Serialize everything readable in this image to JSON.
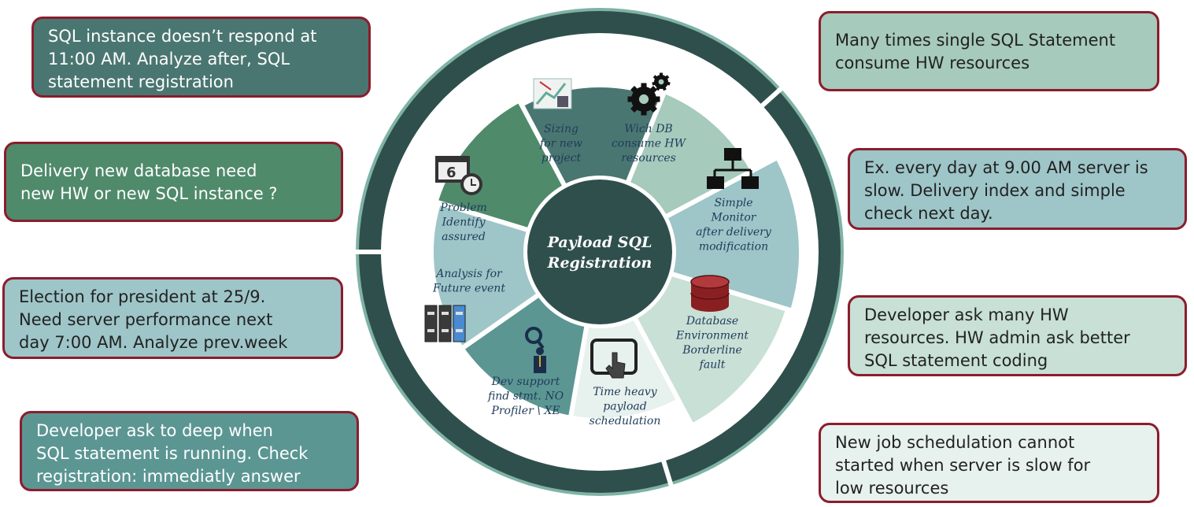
{
  "center": {
    "lines": [
      "Payload SQL",
      "Registration"
    ]
  },
  "segments": [
    {
      "id": "sizing",
      "lines": [
        "Sizing",
        "for new",
        "project"
      ],
      "icon": "project-chart-icon"
    },
    {
      "id": "wich-db",
      "lines": [
        "Wich DB",
        "consume HW",
        "resources"
      ],
      "icon": "gears-icon"
    },
    {
      "id": "monitor",
      "lines": [
        "Simple",
        "Monitor",
        "after delivery",
        "modification"
      ],
      "icon": "network-icon"
    },
    {
      "id": "environment",
      "lines": [
        "Database",
        "Environment",
        "Borderline",
        "fault"
      ],
      "icon": "database-icon"
    },
    {
      "id": "time-heavy",
      "lines": [
        "Time heavy",
        "payload",
        "schedulation"
      ],
      "icon": "touchscreen-icon"
    },
    {
      "id": "dev-support",
      "lines": [
        "Dev support",
        "find stmt. NO",
        "Profiler \\ XE"
      ],
      "icon": "person-search-icon"
    },
    {
      "id": "analysis",
      "lines": [
        "Analysis for",
        "Future event"
      ],
      "icon": "binders-icon"
    },
    {
      "id": "problem",
      "lines": [
        "Problem",
        "Identify",
        "assured"
      ],
      "icon": "calendar-clock-icon"
    }
  ],
  "notes": {
    "left_1": [
      "SQL instance doesn’t respond at",
      "11:00 AM. Analyze after, SQL",
      "statement registration"
    ],
    "left_2": [
      "Delivery new database need",
      "new HW or new SQL instance ?"
    ],
    "left_3": [
      "Election for president at 25/9.",
      "Need server performance next",
      "day 7:00 AM. Analyze prev.week"
    ],
    "left_4": [
      "Developer ask to deep when",
      "SQL statement is running. Check",
      "registration: immediatly answer"
    ],
    "right_1": [
      "Many times single SQL Statement",
      "consume HW resources"
    ],
    "right_2": [
      "Ex. every day at 9.00 AM server is",
      "slow. Delivery index and simple",
      "check next day."
    ],
    "right_3": [
      "Developer ask many HW",
      "resources. HW admin ask better",
      "SQL statement coding"
    ],
    "right_4": [
      "New job schedulation cannot",
      "started when server is slow for",
      "low resources"
    ]
  },
  "colors": {
    "ring": "#2f4f4c",
    "ring_border": "#7fb3a5",
    "center": "#2f4f4c",
    "segments": [
      "#4a7671",
      "#a6cabb",
      "#9ec5c8",
      "#c8e0d6",
      "#e7f1ed",
      "#5b9693",
      "#9ec5c8",
      "#4f8a6b"
    ],
    "note_border": "#8b1d2c",
    "notes": {
      "left_1": "#4a7671",
      "left_2": "#4f8a6b",
      "left_3": "#9ec5c8",
      "left_4": "#5b9693",
      "right_1": "#a6cabb",
      "right_2": "#9ec5c8",
      "right_3": "#c8e0d6",
      "right_4": "#e7f1ed"
    }
  }
}
